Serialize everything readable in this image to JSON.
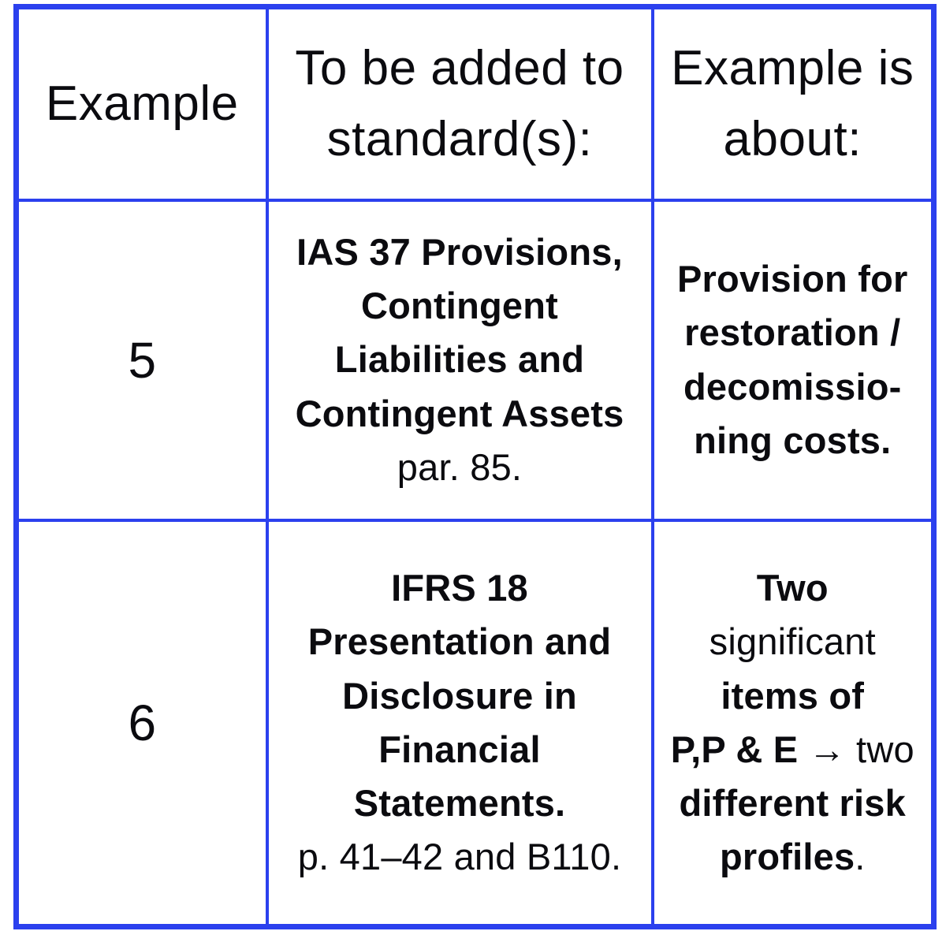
{
  "ui": {
    "border_color": "#2b40ee",
    "text_color": "#0b0b0f",
    "background_color": "#ffffff"
  },
  "table": {
    "header": {
      "example": "Example",
      "standards_line1": "To be added to",
      "standards_line2": "standard(s):",
      "about_line1": "Example is",
      "about_line2": "about:"
    },
    "rows": [
      {
        "example": "5",
        "standard": {
          "title_lines": [
            "IAS 37 Provisions,",
            "Contingent",
            "Liabilities and",
            "Contingent Assets"
          ],
          "reference": "par. 85."
        },
        "about": {
          "bold_lines": [
            "Provision for",
            "restoration /",
            "decomissio-",
            "ning costs."
          ]
        }
      },
      {
        "example": "6",
        "standard": {
          "title_lines": [
            "IFRS 18",
            "Presentation and",
            "Disclosure in",
            "Financial",
            "Statements."
          ],
          "reference": "p. 41–42 and B110."
        },
        "about": {
          "line1_bold": "Two",
          "line2_regular": "significant",
          "line3_bold": "items of",
          "line4_bold": "P,P & E",
          "line4_regular": " → two",
          "line5_bold": "different risk",
          "line6_bold": "profiles",
          "line6_regular": "."
        }
      }
    ]
  }
}
